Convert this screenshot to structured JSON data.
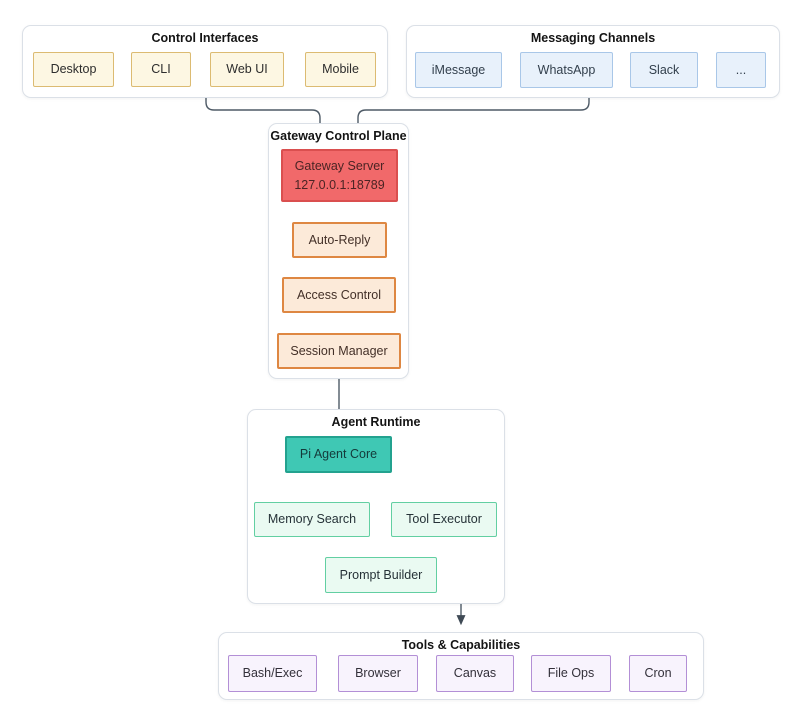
{
  "diagram": {
    "groups": [
      {
        "id": "control",
        "title": "Control Interfaces",
        "nodes": [
          {
            "label": "Desktop"
          },
          {
            "label": "CLI"
          },
          {
            "label": "Web UI"
          },
          {
            "label": "Mobile"
          }
        ]
      },
      {
        "id": "messaging",
        "title": "Messaging Channels",
        "nodes": [
          {
            "label": "iMessage"
          },
          {
            "label": "WhatsApp"
          },
          {
            "label": "Slack"
          },
          {
            "label": "..."
          }
        ]
      },
      {
        "id": "gateway",
        "title": "Gateway Control Plane",
        "nodes": [
          {
            "label": "Gateway Server",
            "sublabel": "127.0.0.1:18789"
          },
          {
            "label": "Auto-Reply"
          },
          {
            "label": "Access Control"
          },
          {
            "label": "Session Manager"
          }
        ]
      },
      {
        "id": "runtime",
        "title": "Agent Runtime",
        "nodes": [
          {
            "label": "Pi Agent Core"
          },
          {
            "label": "Memory Search"
          },
          {
            "label": "Tool Executor"
          },
          {
            "label": "Prompt Builder"
          }
        ]
      },
      {
        "id": "tools",
        "title": "Tools & Capabilities",
        "nodes": [
          {
            "label": "Bash/Exec"
          },
          {
            "label": "Browser"
          },
          {
            "label": "Canvas"
          },
          {
            "label": "File Ops"
          },
          {
            "label": "Cron"
          }
        ]
      }
    ],
    "colors": {
      "interface_node": "#fdf7e3",
      "interface_border": "#dcbb72",
      "channel_node": "#e8f1fb",
      "channel_border": "#a9c7e8",
      "server_node": "#f1696a",
      "server_border": "#da4f4f",
      "gateway_node": "#fcead9",
      "gateway_border": "#de8742",
      "core_node": "#3fc8b4",
      "core_border": "#23a28f",
      "runtime_node": "#eafaf2",
      "runtime_border": "#62cfa2",
      "tool_node": "#f8f3fd",
      "tool_border": "#b38fd6",
      "edge": "#4e5a66"
    }
  }
}
